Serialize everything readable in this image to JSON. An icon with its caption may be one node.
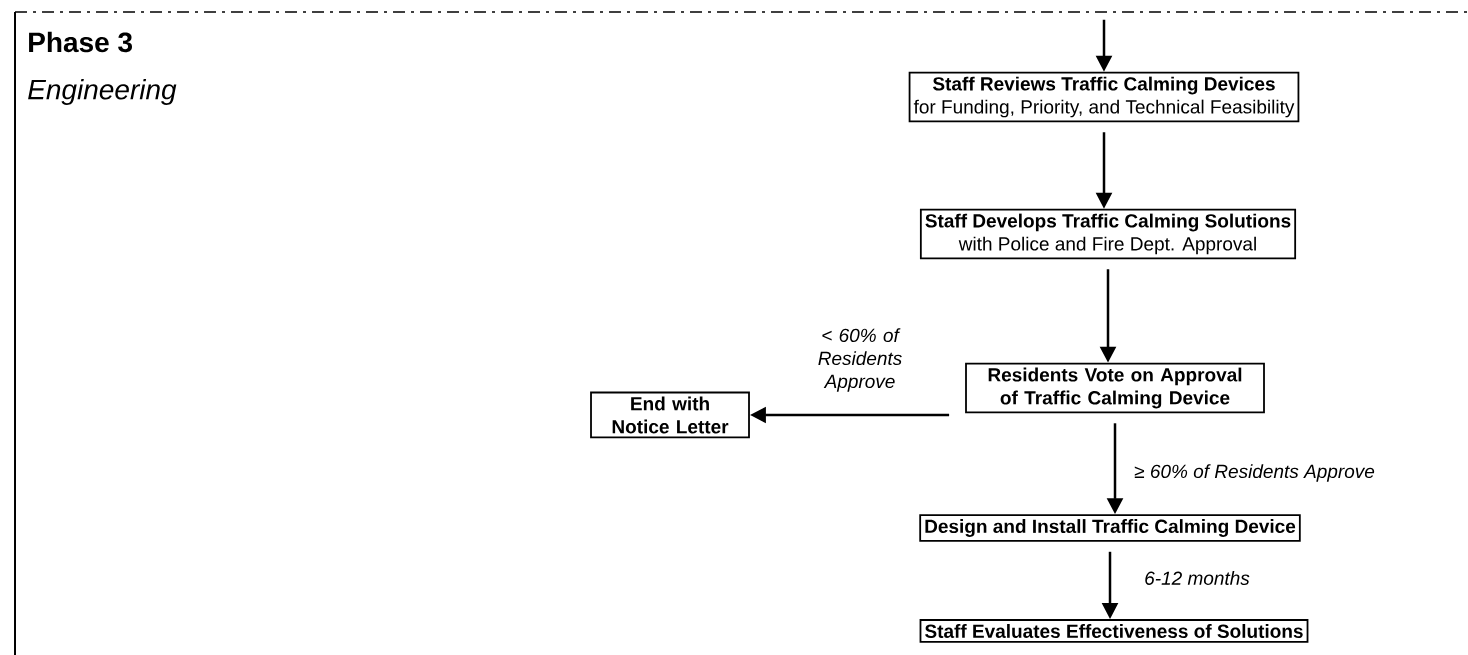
{
  "diagram": {
    "nodes": [
      {
        "text": [
          "Staff Reviews Traffic Calming Devices",
          "for Funding, Priority, and Technical Feasibility"
        ]
      },
      {
        "text": [
          "Staff Develops Traffic Calming Solutions",
          "with Police and Fire Dept. Approval"
        ]
      },
      {
        "text": [
          "Residents Vote on Approval of Traffic Calming Device"
        ]
      },
      {
        "text": [
          "End with Notice Letter"
        ]
      },
      {
        "text": [
          "Design and Install Traffic Calming Device"
        ]
      },
      {
        "text": [
          "Staff Evaluates Effectiveness of Solutions"
        ]
      }
    ],
    "edges": [
      {
        "from": null,
        "to": 0,
        "arrow": "to"
      },
      {
        "from": 0,
        "to": 1,
        "arrow": "to"
      },
      {
        "from": 1,
        "to": 2,
        "arrow": "to"
      },
      {
        "from": 2,
        "to": 3,
        "arrow": "to",
        "label": "< 60% of Residents Approve"
      },
      {
        "from": 2,
        "to": 4,
        "arrow": "to",
        "label": "≥ 60% of Residents Approve"
      },
      {
        "from": 4,
        "to": 5,
        "arrow": "to",
        "label": "6-12 months"
      }
    ],
    "labels": [
      "Phase 3",
      "Engineering"
    ]
  }
}
